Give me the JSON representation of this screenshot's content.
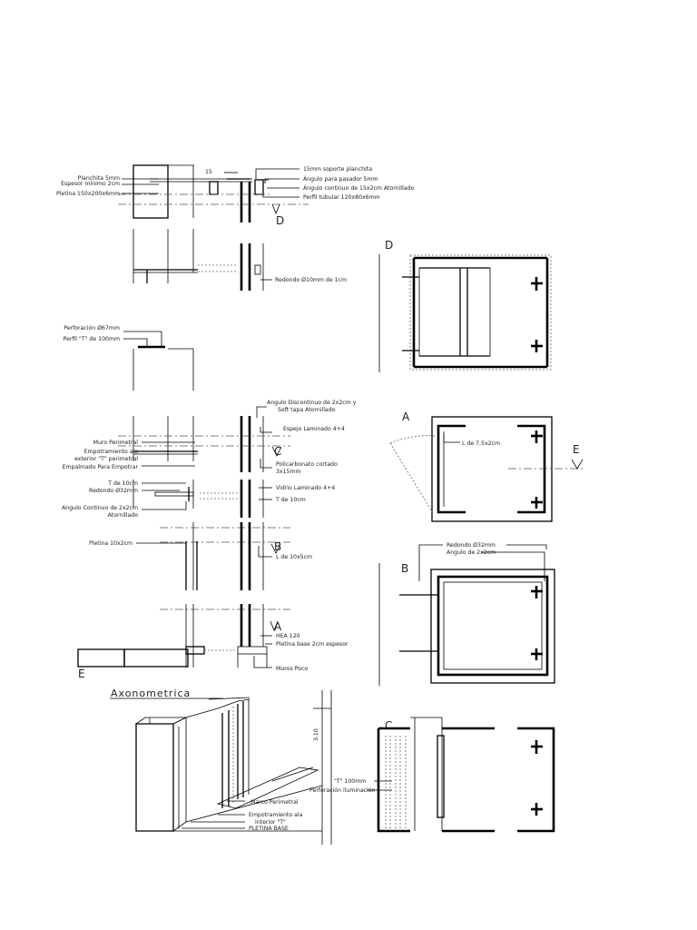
{
  "labels": {
    "planchita": "Planchita 5mm",
    "espesor_minimo": "Espesor mínimo 2cm",
    "pletina_150": "Pletina 150x200x6mm",
    "dim_15": "15",
    "ranura_soporte": "15mm soporte planchita",
    "angulo_pasador": "Ángulo para pasador 5mm",
    "angulo_continuo_top": "Ángulo continuo de 15x2cm Atornillado",
    "perfil_tubular": "Perfil tubular 120x80x6mm",
    "redondo_10": "Redondo Ø10mm de 1cm",
    "perforacion": "Perforación Ø67mm",
    "perfil_t100": "Perfil \"T\" de 100mm",
    "angulo_discontinuo": "Angulo Discontinuo de 2x2cm y",
    "angulo_discontinuo_2": "Soft tapa Atornillado",
    "espejo_laminado": "Espejo Laminado 4+4",
    "muro_perimetral": "Muro Perimetral",
    "empotramiento_1": "Empotramiento ala",
    "empotramiento_2": "exterior \"T\" perimetral",
    "empalme": "Empalmado Para Empotrar",
    "policarbonato_1": "Policarbonato cortado",
    "policarbonato_2": "3x15mm",
    "t_10_left": "T de 10cm",
    "redondo_32_left": "Redondo Ø32mm",
    "angulo_continuo_1": "Angulo Continuo de 2x2cm",
    "angulo_continuo_2": "Atornillado",
    "vidrio_laminado": "Vidrio Laminado 4+4",
    "t_10_right": "T de 10cm",
    "pletina_10x2": "Pletina 10x2cm",
    "l_10x5": "L de 10x5cm",
    "hea": "HEA 120",
    "pletina_base": "Pletina base 2cm espesor",
    "muros": "Muros Poco",
    "l_7": "L de 7,5x2cm",
    "redondo_32_b": "Redondo Ø32mm",
    "angulo_2x2_b": "Angulo de 2x2cm",
    "axonometrica": "Axonometrica",
    "dim_310": "3.10",
    "t100_axo": "\"T\" 100mm",
    "perforacion_lum": "Perforación iluminación",
    "marco_perimetral": "Marco Perimetral",
    "emp_axo_1": "Empotramiento ala",
    "emp_axo_2": "interior \"T\"",
    "pletina_base_axo": "PLETINA BASE"
  },
  "section_marks": {
    "A": "A",
    "B": "B",
    "C": "C",
    "D": "D",
    "E": "E"
  }
}
